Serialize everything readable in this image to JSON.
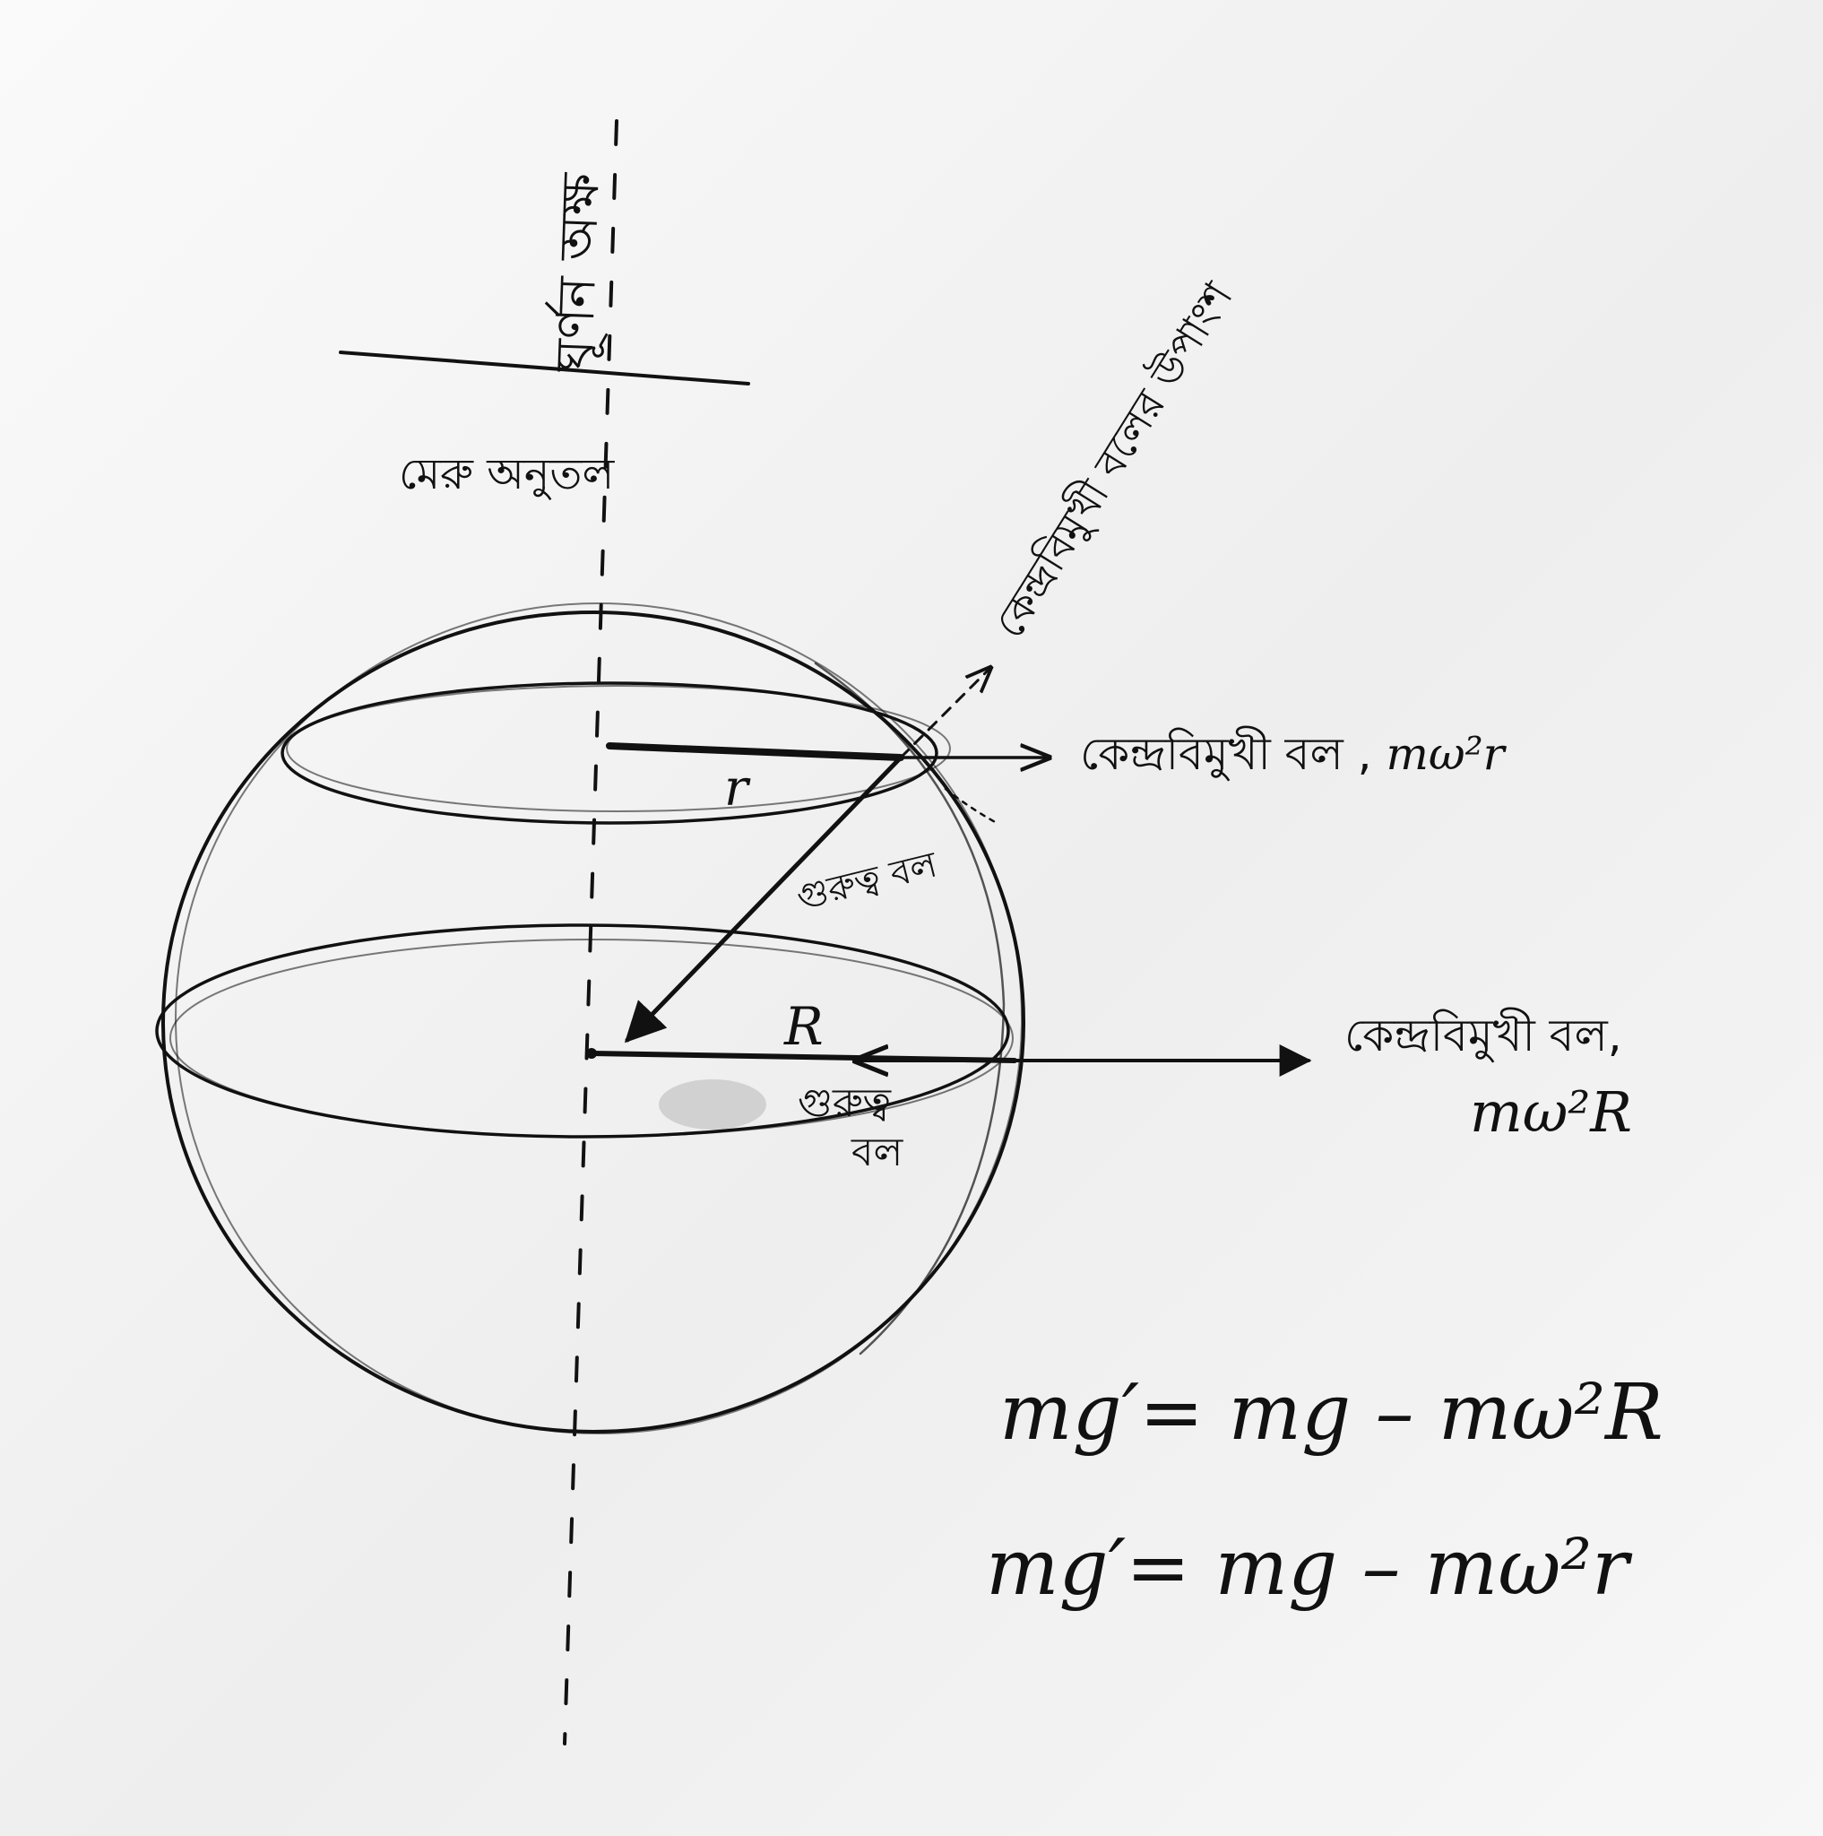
{
  "labels": {
    "rotation_axis": "ঘূর্ণন অক্ষ",
    "polar_plane": "মেরু অনুতল",
    "centrifugal_component": "কেন্দ্রবিমুখী বলের উপাংশ",
    "centrifugal_force_lat": "কেন্দ্রবিমুখী বল",
    "centrifugal_force_lat_expr": "mω²r",
    "gravity_force_lat": "গুরুত্ব বল",
    "small_r": "r",
    "big_r": "R",
    "centrifugal_force_eq": "কেন্দ্রবিমুখী বল,",
    "centrifugal_force_eq_expr": "mω²R",
    "gravity_force_eq_line1": "গুরুত্ব",
    "gravity_force_eq_line2": "বল"
  },
  "equations": [
    "mg′= mg – mω²R",
    "mg′= mg – mω²r"
  ],
  "colors": {
    "ink": "#111111",
    "paper": "#f4f4f4"
  }
}
